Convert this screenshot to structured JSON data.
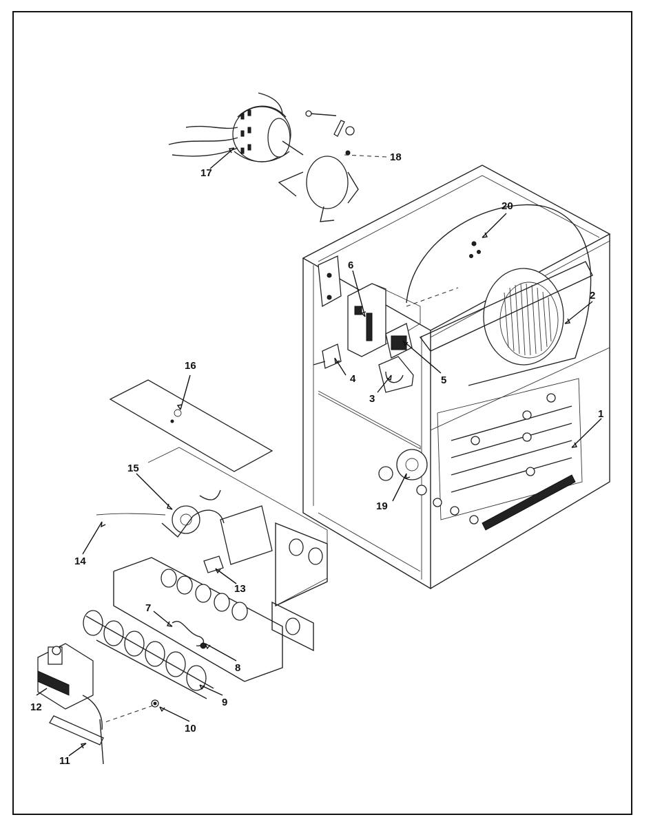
{
  "callouts": [
    {
      "id": "1",
      "text": "1"
    },
    {
      "id": "2",
      "text": "2"
    },
    {
      "id": "3",
      "text": "3"
    },
    {
      "id": "4",
      "text": "4"
    },
    {
      "id": "5",
      "text": "5"
    },
    {
      "id": "6",
      "text": "6"
    },
    {
      "id": "7",
      "text": "7"
    },
    {
      "id": "8",
      "text": "8"
    },
    {
      "id": "9",
      "text": "9"
    },
    {
      "id": "10",
      "text": "10"
    },
    {
      "id": "11",
      "text": "11"
    },
    {
      "id": "12",
      "text": "12"
    },
    {
      "id": "13",
      "text": "13"
    },
    {
      "id": "14",
      "text": "14"
    },
    {
      "id": "15",
      "text": "15"
    },
    {
      "id": "16",
      "text": "16"
    },
    {
      "id": "17",
      "text": "17"
    },
    {
      "id": "18",
      "text": "18"
    },
    {
      "id": "19",
      "text": "19"
    },
    {
      "id": "20",
      "text": "20"
    }
  ],
  "colors": {
    "line": "#222222",
    "background": "#ffffff"
  }
}
